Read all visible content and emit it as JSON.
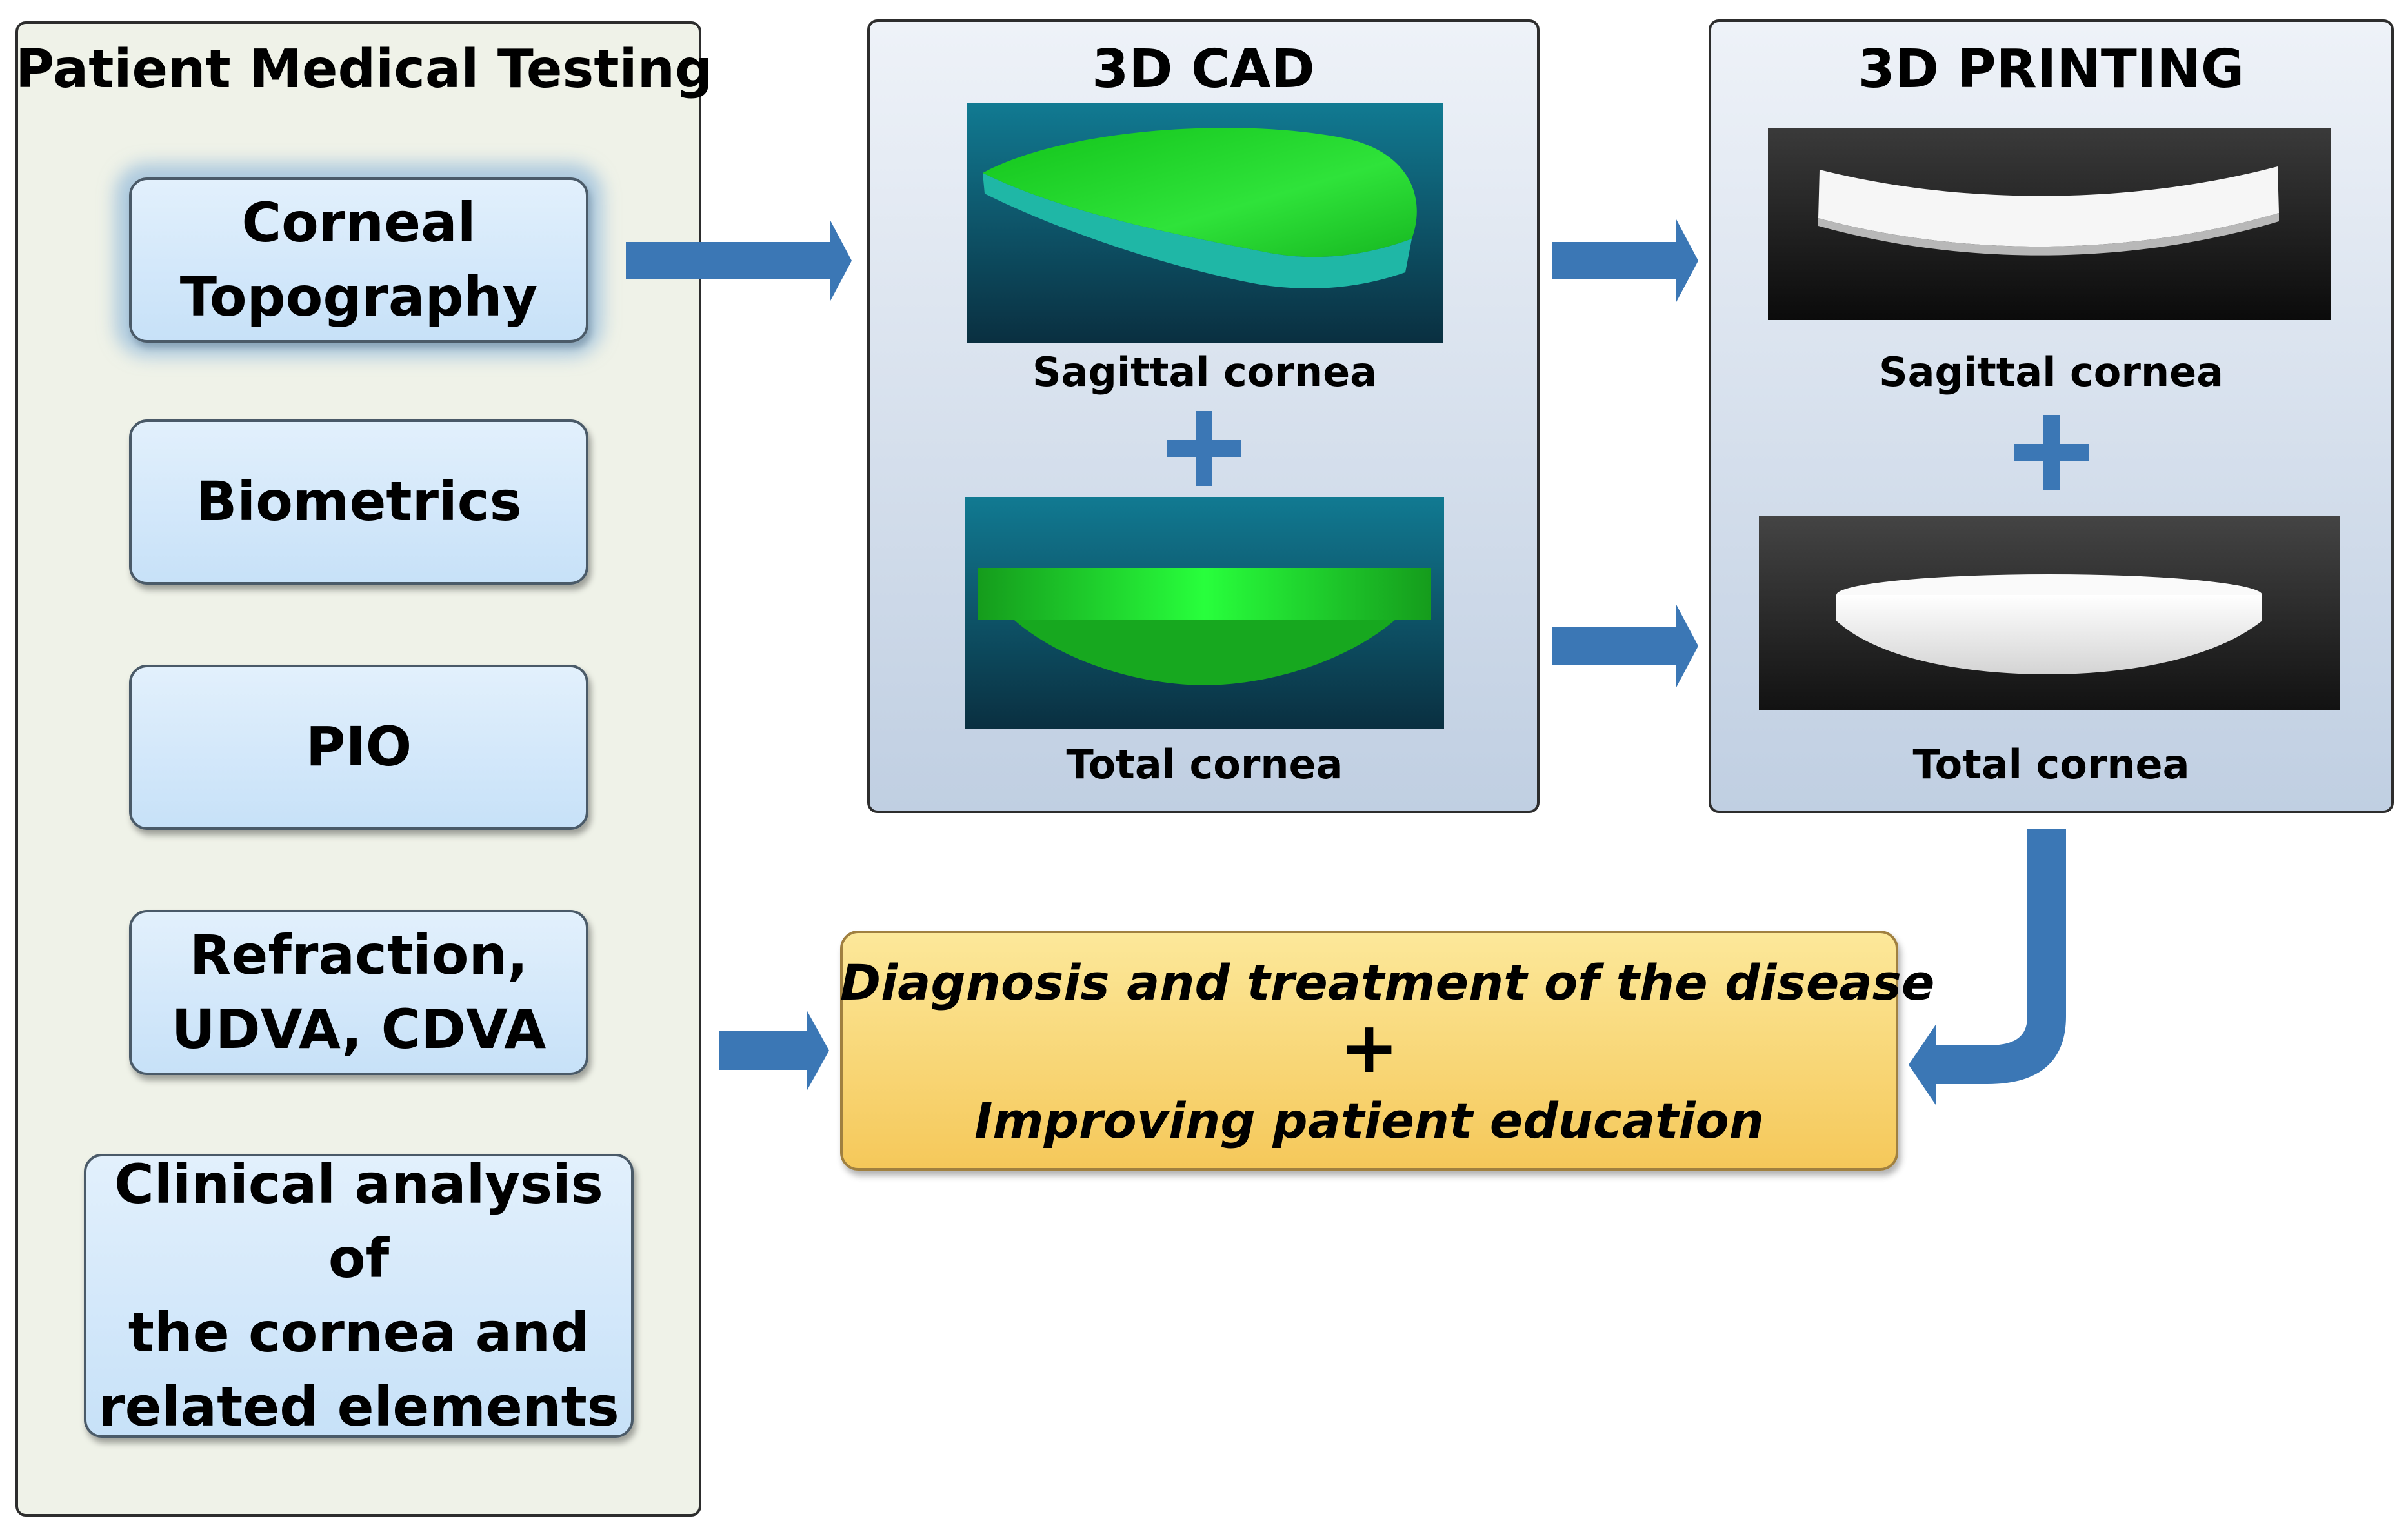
{
  "testing": {
    "title": "Patient Medical Testing",
    "items": [
      {
        "lines": [
          "Corneal",
          "Topography"
        ]
      },
      {
        "lines": [
          "Biometrics"
        ]
      },
      {
        "lines": [
          "PIO"
        ]
      },
      {
        "lines": [
          "Refraction,",
          "UDVA, CDVA"
        ]
      },
      {
        "lines": [
          "Clinical analysis of",
          "the cornea and",
          "related elements"
        ]
      }
    ]
  },
  "cad": {
    "title": "3D CAD",
    "caption_top": "Sagittal cornea",
    "caption_bottom": "Total cornea",
    "plus": "+"
  },
  "printing": {
    "title": "3D PRINTING",
    "caption_top": "Sagittal cornea",
    "caption_bottom": "Total cornea",
    "plus": "+"
  },
  "result": {
    "line1": "Diagnosis and treatment of the disease",
    "plus": "+",
    "line2": "Improving patient education"
  },
  "colors": {
    "arrow": "#3b77b5",
    "panel_border": "#2d2d2d",
    "test_box": "#cfe5fa",
    "result_box": "#f8d56c",
    "cad_green": "#1ee01e",
    "cad_bg": "#0d5a70"
  }
}
